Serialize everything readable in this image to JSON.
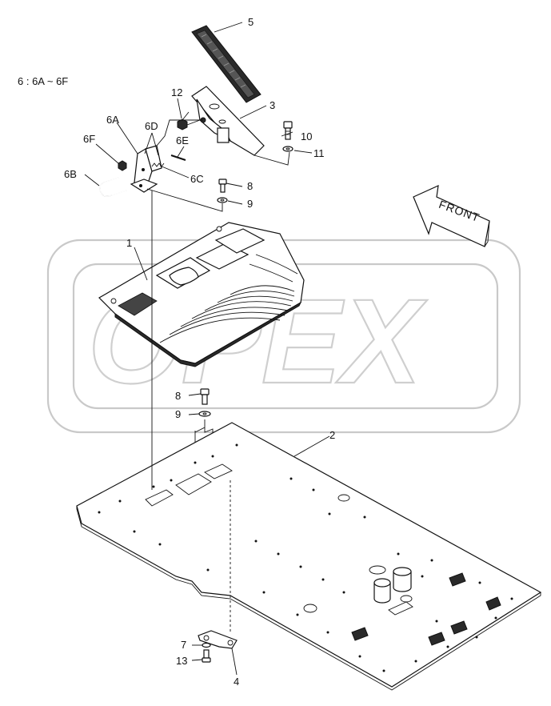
{
  "range_note": "6 : 6A ~ 6F",
  "front_label": "FRONT",
  "watermark_text": "OPEX",
  "callouts": {
    "c1": "1",
    "c2": "2",
    "c3": "3",
    "c4": "4",
    "c5": "5",
    "c6A": "6A",
    "c6B": "6B",
    "c6C": "6C",
    "c6D": "6D",
    "c6E": "6E",
    "c6F": "6F",
    "c7": "7",
    "c8a": "8",
    "c8b": "8",
    "c9a": "9",
    "c9b": "9",
    "c10": "10",
    "c11": "11",
    "c12": "12",
    "c13": "13"
  }
}
